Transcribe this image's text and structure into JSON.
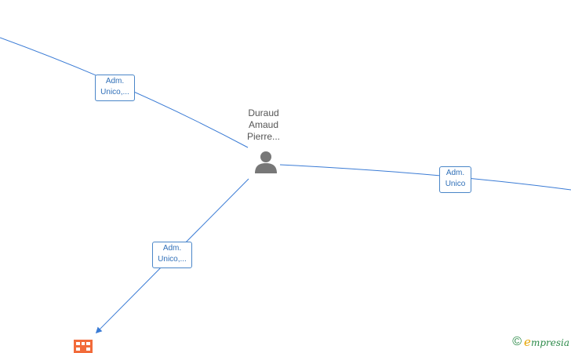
{
  "colors": {
    "edge": "#3a7bd5",
    "label_border": "#4a86c8",
    "label_text": "#2f6fb8",
    "person_icon": "#777777",
    "company_icon": "#f26b3a",
    "brand_green": "#2d8b4a",
    "brand_orange": "#e7a400"
  },
  "person": {
    "name_lines": [
      "Duraud",
      "Amaud",
      "Pierre..."
    ],
    "icon": "person-icon"
  },
  "company": {
    "icon": "building-icon"
  },
  "edges": [
    {
      "label_lines": [
        "Adm.",
        "Unico,..."
      ]
    },
    {
      "label_lines": [
        "Adm.",
        "Unico"
      ]
    },
    {
      "label_lines": [
        "Adm.",
        "Unico,..."
      ]
    }
  ],
  "brand": {
    "copyright_symbol": "©",
    "initial": "e",
    "rest": "mpresia"
  }
}
